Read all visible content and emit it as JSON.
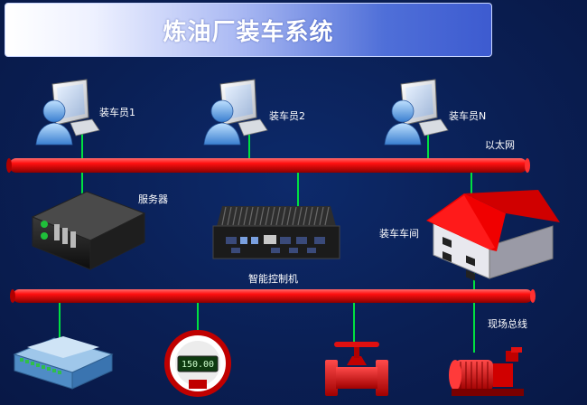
{
  "title": "炼油厂装车系统",
  "nodes": {
    "operator1": "装车员1",
    "operator2": "装车员2",
    "operatorN": "装车员N",
    "ethernet": "以太网",
    "server": "服务器",
    "controller": "智能控制机",
    "workshop": "装车车间",
    "fieldbus": "现场总线"
  },
  "meter_reading": "150.00",
  "colors": {
    "background": "#0a1f54",
    "bus": "#e00000",
    "link": "#00e040",
    "roof": "#f00000"
  }
}
